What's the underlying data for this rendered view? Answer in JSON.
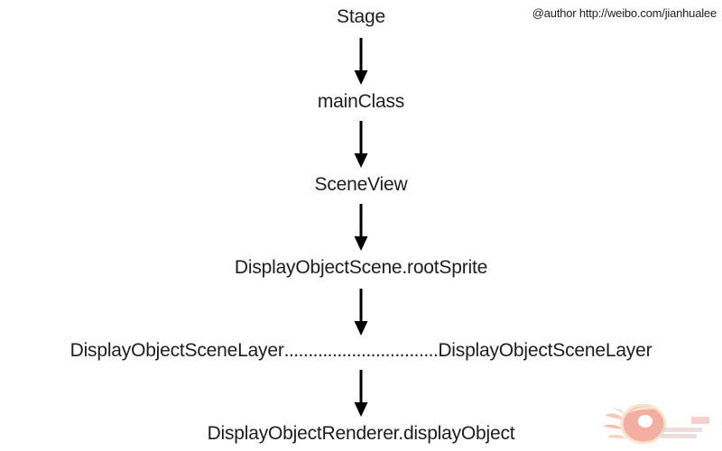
{
  "diagram": {
    "title_node": "Stage",
    "author_note": "@author http://weibo.com/jianhualee",
    "nodes": [
      {
        "id": "stage",
        "label": "Stage"
      },
      {
        "id": "main-class",
        "label": "mainClass"
      },
      {
        "id": "scene-view",
        "label": "SceneView"
      },
      {
        "id": "scene-root-sprite",
        "label": "DisplayObjectScene.rootSprite"
      },
      {
        "id": "scene-layer-left",
        "label": "DisplayObjectSceneLayer"
      },
      {
        "id": "scene-layer-right",
        "label": "DisplayObjectSceneLayer"
      },
      {
        "id": "renderer-display-object",
        "label": "DisplayObjectRenderer.displayObject"
      }
    ],
    "layer_connector_dots": "................................",
    "arrows": [
      {
        "id": "arrow-stage-to-mainclass",
        "from": "stage",
        "to": "main-class"
      },
      {
        "id": "arrow-mainclass-to-sceneview",
        "from": "main-class",
        "to": "scene-view"
      },
      {
        "id": "arrow-sceneview-to-rootsprite",
        "from": "scene-view",
        "to": "scene-root-sprite"
      },
      {
        "id": "arrow-rootsprite-to-layers",
        "from": "scene-root-sprite",
        "to": "scene-layer-left"
      },
      {
        "id": "arrow-layers-to-renderer",
        "from": "scene-layer-left",
        "to": "renderer-display-object"
      }
    ],
    "colors": {
      "background": "#ffffff",
      "text": "#1d1d1d",
      "arrow": "#000000",
      "watermark_primary": "#e8705a",
      "watermark_secondary": "#f5c9a0"
    },
    "watermark": {
      "name": "site-logo-watermark"
    }
  }
}
